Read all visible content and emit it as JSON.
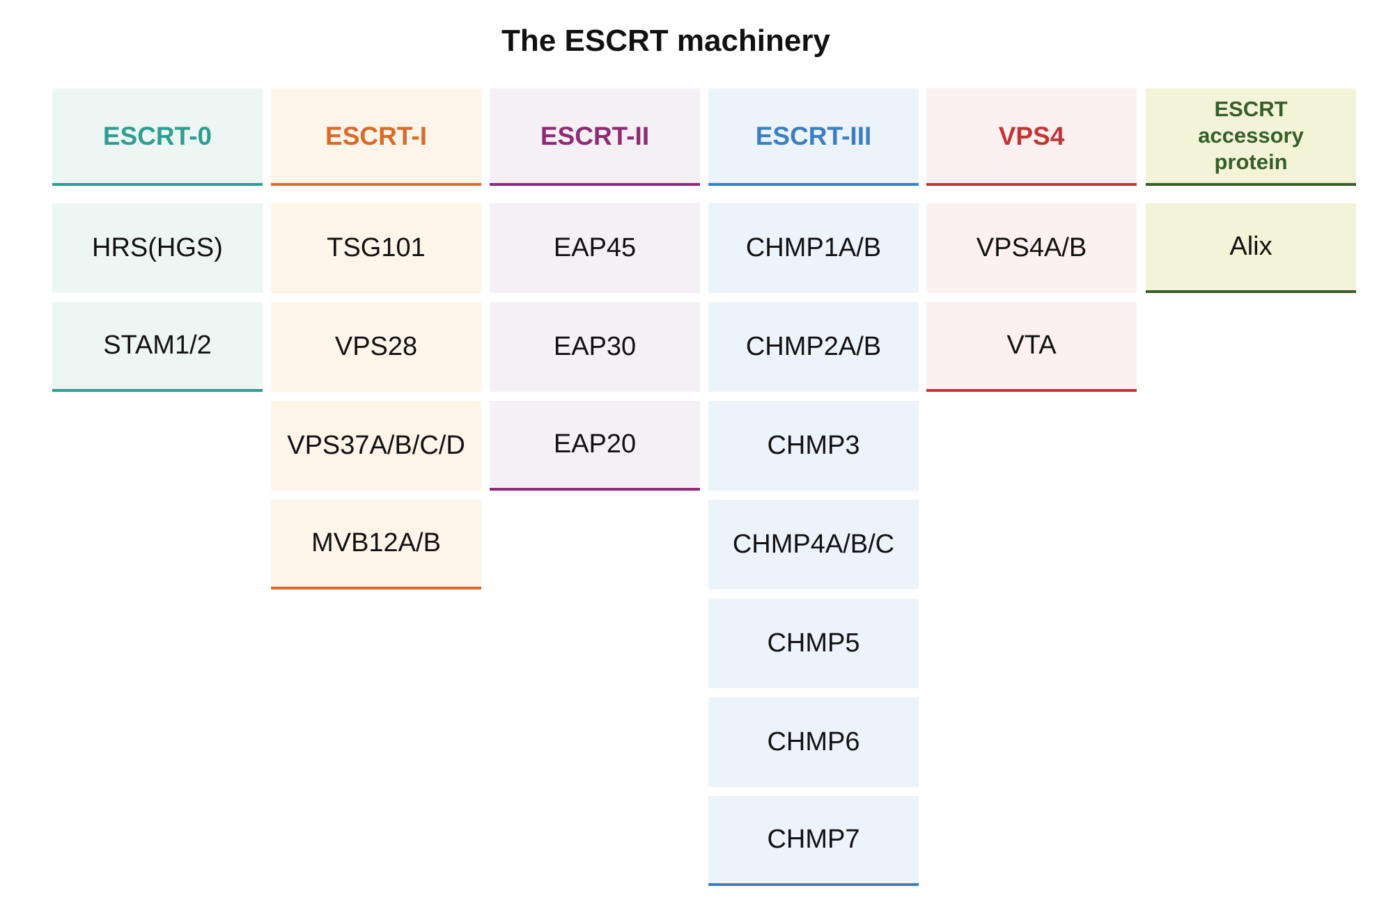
{
  "title": "The ESCRT machinery",
  "columns": [
    {
      "header": "ESCRT-0",
      "accent": "#2e9e94",
      "bg": "#eef6f3",
      "items": [
        "HRS(HGS)",
        "STAM1/2"
      ]
    },
    {
      "header": "ESCRT-I",
      "accent": "#d96b28",
      "bg": "#fdf4ea",
      "items": [
        "TSG101",
        "VPS28",
        "VPS37A/B/C/D",
        "MVB12A/B"
      ]
    },
    {
      "header": "ESCRT-II",
      "accent": "#8e2b74",
      "bg": "#f5f0f6",
      "items": [
        "EAP45",
        "EAP30",
        "EAP20"
      ]
    },
    {
      "header": "ESCRT-III",
      "accent": "#3a7fc6",
      "bg": "#edf3fb",
      "items": [
        "CHMP1A/B",
        "CHMP2A/B",
        "CHMP3",
        "CHMP4A/B/C",
        "CHMP5",
        "CHMP6",
        "CHMP7"
      ]
    },
    {
      "header": "VPS4",
      "accent": "#c43434",
      "bg": "#fdf0f0",
      "items": [
        "VPS4A/B",
        "VTA"
      ]
    },
    {
      "header": "ESCRT accessory protein",
      "accent": "#355e2b",
      "bg": "#f3f3d8",
      "items": [
        "Alix"
      ]
    }
  ]
}
